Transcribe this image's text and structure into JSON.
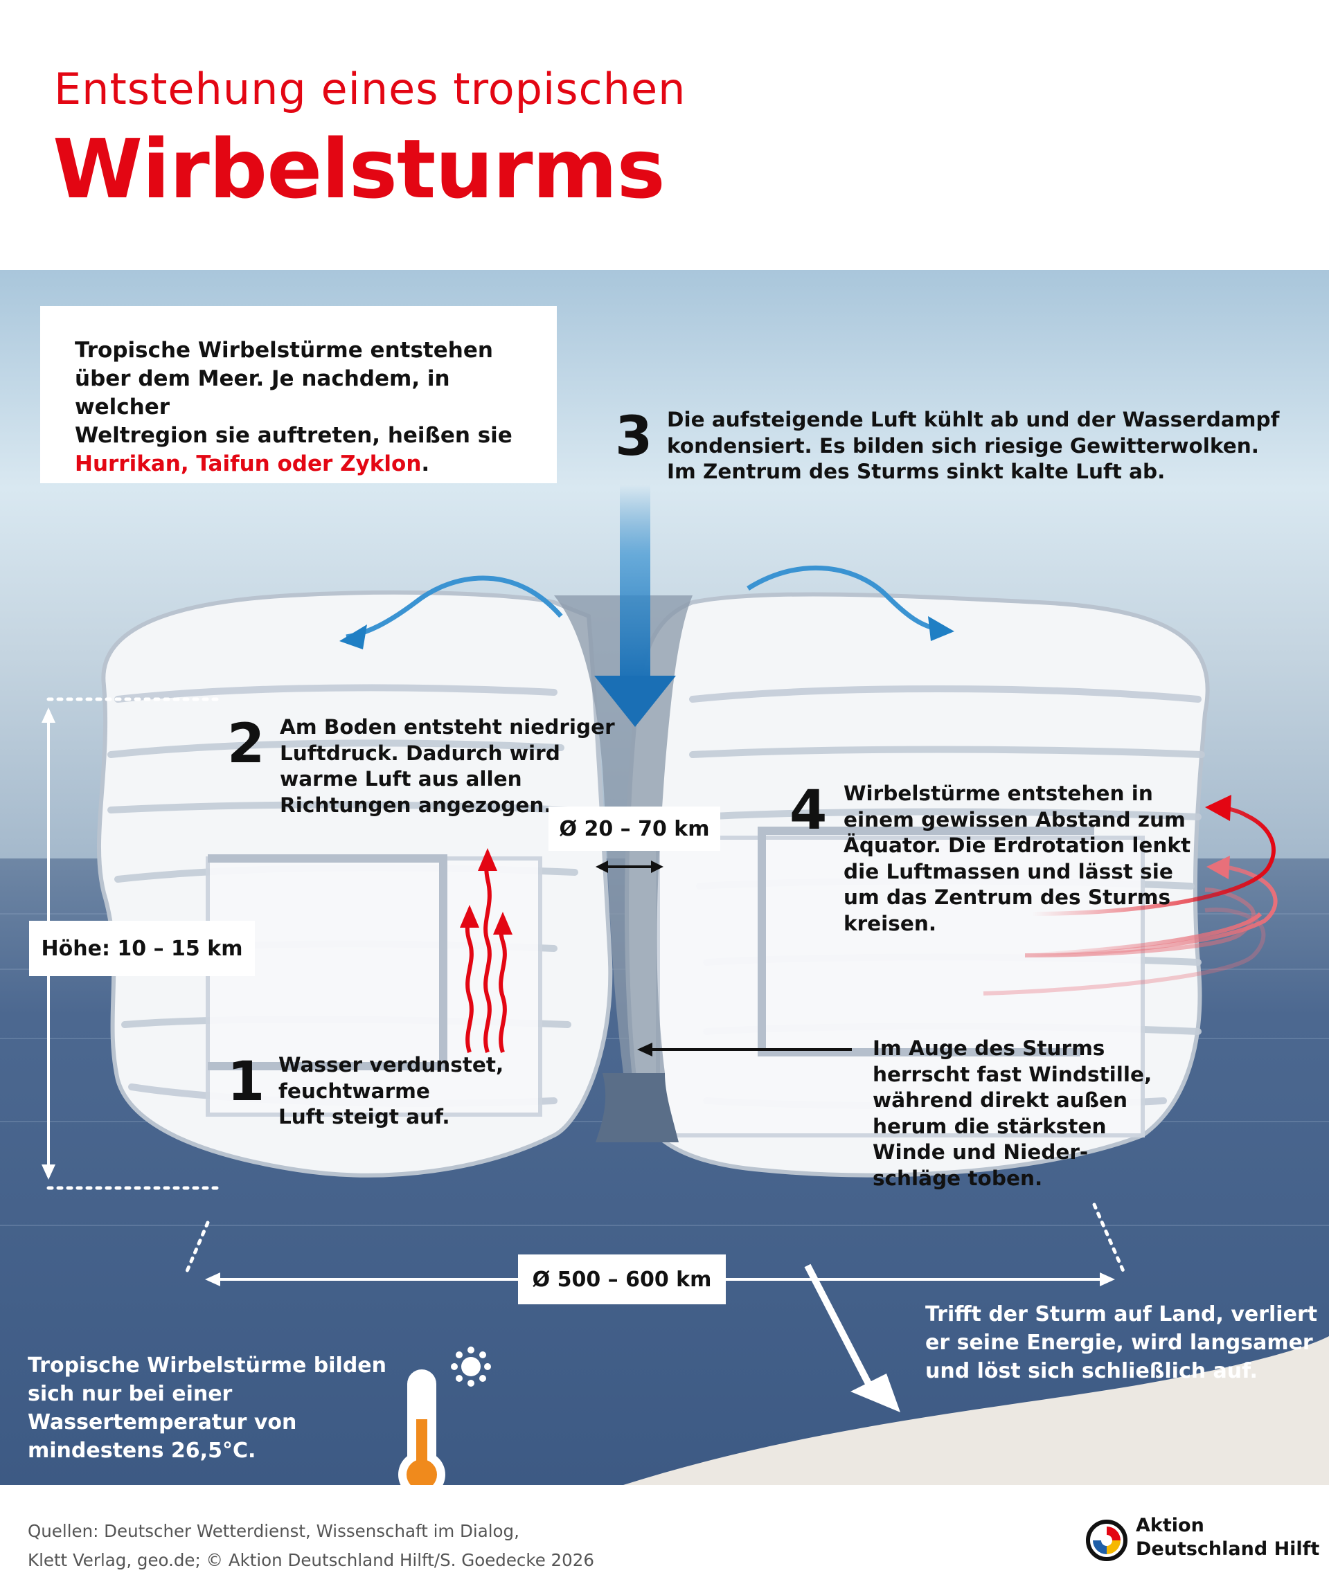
{
  "title": {
    "line1": "Entstehung eines tropischen",
    "line2": "Wirbelsturms"
  },
  "intro": {
    "line1": "Tropische Wirbelstürme entstehen",
    "line2": "über dem Meer. Je nachdem, in welcher",
    "line3": "Weltregion sie auftreten, heißen sie",
    "highlight": "Hurrikan, Taifun oder Zyklon",
    "end": "."
  },
  "steps": {
    "s1": {
      "number": "1",
      "lines": [
        "Wasser verdunstet,",
        "feuchtwarme",
        "Luft steigt auf."
      ]
    },
    "s2": {
      "number": "2",
      "lines": [
        "Am Boden entsteht niedriger",
        "Luftdruck. Dadurch wird",
        "warme Luft aus allen",
        "Richtungen angezogen."
      ]
    },
    "s3": {
      "number": "3",
      "lines": [
        "Die aufsteigende Luft kühlt ab und der Wasserdampf",
        "kondensiert. Es bilden sich riesige Gewitterwolken.",
        "Im Zentrum des Sturms sinkt kalte Luft ab."
      ]
    },
    "s4": {
      "number": "4",
      "lines": [
        "Wirbelstürme entstehen in",
        "einem gewissen Abstand zum",
        "Äquator. Die Erdrotation lenkt",
        "die Luftmassen und lässt sie",
        "um das Zentrum des Sturms",
        "kreisen."
      ]
    }
  },
  "eye_note": {
    "lines": [
      "Im Auge des Sturms",
      "herrscht fast Windstille,",
      "während direkt außen",
      "herum die stärksten",
      "Winde und Nieder-",
      "schläge toben."
    ]
  },
  "labels": {
    "height": "Höhe: 10 – 15 km",
    "eye_diameter": "Ø 20 – 70 km",
    "storm_diameter": "Ø 500 – 600 km"
  },
  "temperature_note": {
    "lines": [
      "Tropische Wirbelstürme bilden",
      "sich nur bei einer",
      "Wassertemperatur von",
      "mindestens 26,5°C."
    ]
  },
  "land_note": {
    "lines": [
      "Trifft der Sturm auf Land, verliert",
      "er seine Energie, wird langsamer",
      "und löst sich schließlich auf."
    ]
  },
  "footer": {
    "sources_line1": "Quellen:  Deutscher Wetterdienst, Wissenschaft im Dialog,",
    "sources_line2": "Klett Verlag, geo.de; © Aktion Deutschland Hilft/S. Goedecke 2026",
    "brand_line1": "Aktion",
    "brand_line2": "Deutschland Hilft"
  },
  "colors": {
    "accent_red": "#e30613",
    "sky_top": "#a9c6db",
    "sea": "#4a6690",
    "arrow_blue": "#1f7fc4"
  }
}
